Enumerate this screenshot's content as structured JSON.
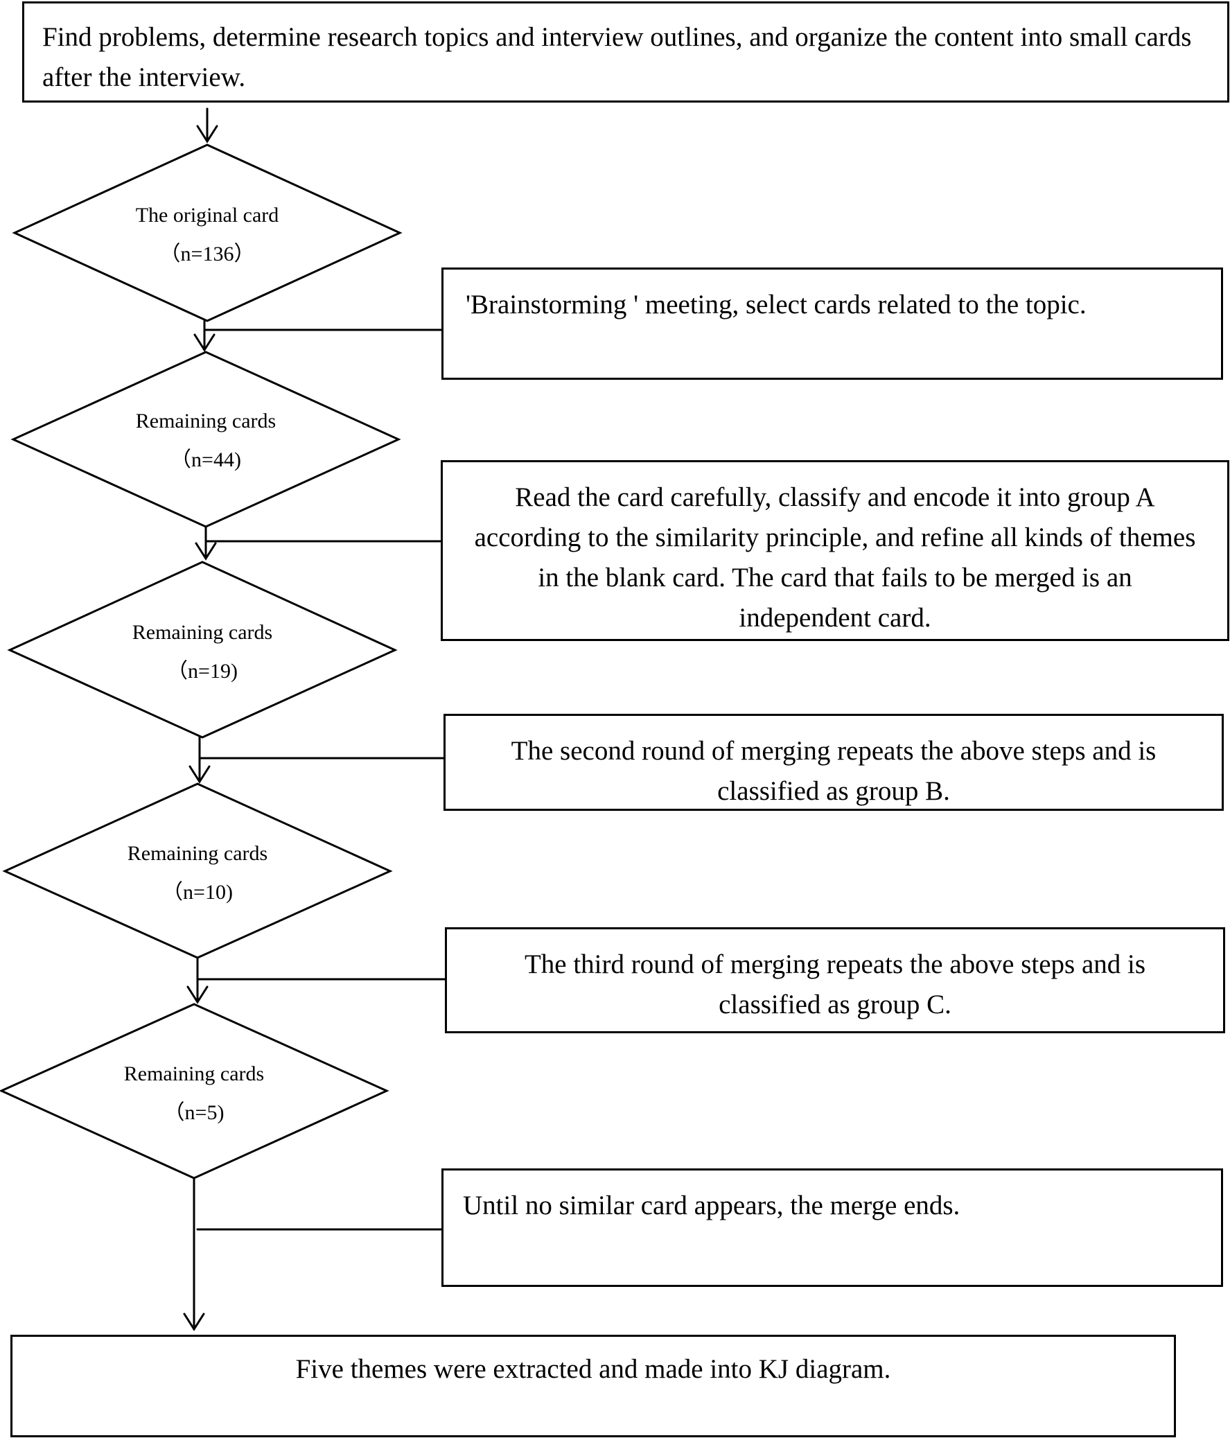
{
  "start_box": {
    "text": "Find problems, determine research topics and interview outlines, and organize the content into small cards after the interview."
  },
  "diamonds": [
    {
      "label": "The original card",
      "count": "（n=136）"
    },
    {
      "label": "Remaining cards",
      "count": "（n=44)"
    },
    {
      "label": "Remaining cards",
      "count": "（n=19)"
    },
    {
      "label": "Remaining cards",
      "count": "（n=10)"
    },
    {
      "label": "Remaining cards",
      "count": "（n=5)"
    }
  ],
  "side_steps": [
    {
      "text": "'Brainstorming ' meeting, select cards related to the topic."
    },
    {
      "text": "Read the card carefully, classify and encode it into group A according to the similarity principle, and refine all kinds of themes in the blank card. The card that fails to be merged is an independent card."
    },
    {
      "text": "The second round of merging repeats the above steps and is classified as group B."
    },
    {
      "text": "The third round of merging repeats the above steps and is classified as group C."
    },
    {
      "text": "Until no similar card appears, the merge ends."
    }
  ],
  "end_box": {
    "text": "Five themes were extracted and made into KJ diagram."
  }
}
